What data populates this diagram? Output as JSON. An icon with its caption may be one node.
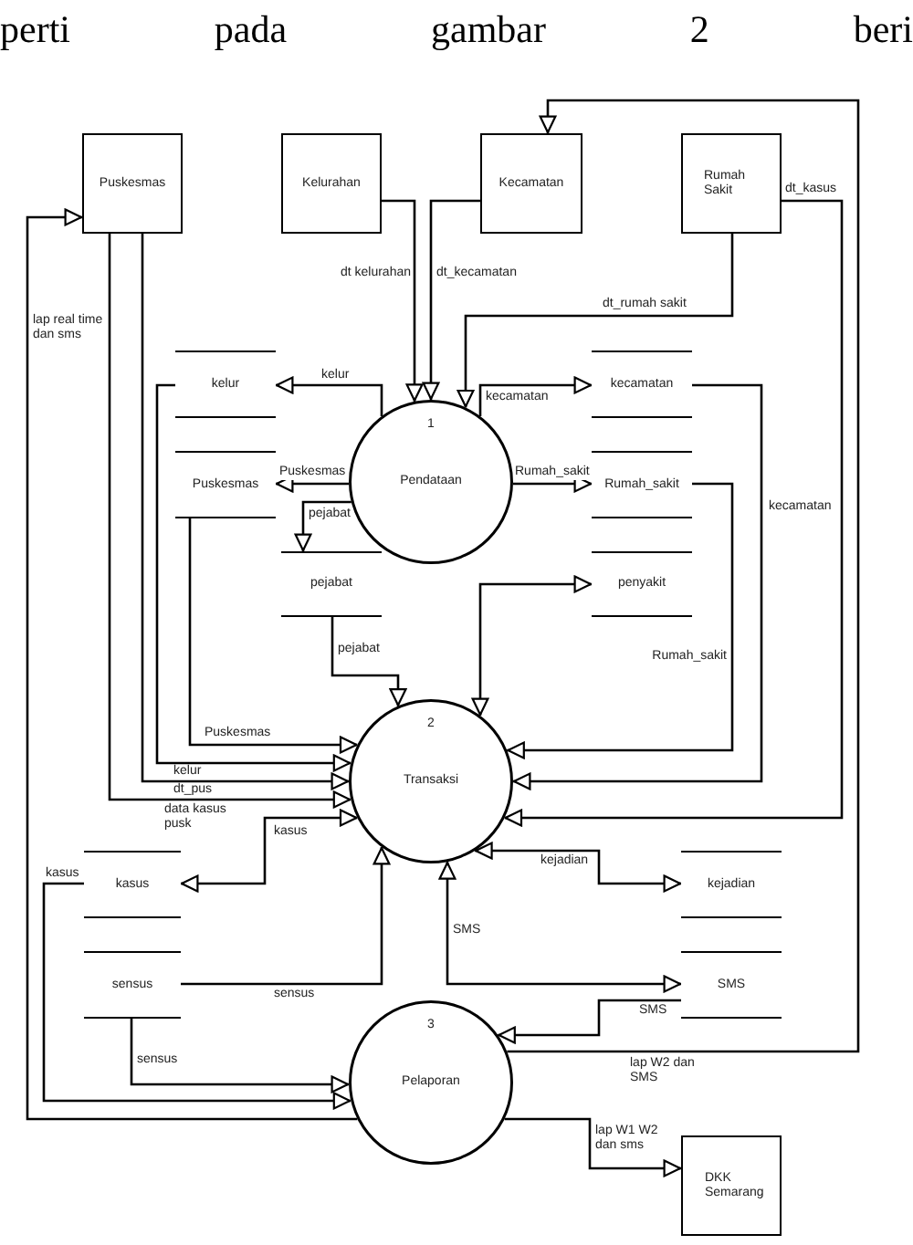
{
  "diagram": {
    "nodes": [
      {
        "text": [
          "Puskesmas"
        ]
      },
      {
        "text": [
          "Kelurahan"
        ]
      },
      {
        "text": [
          "Kecamatan"
        ]
      },
      {
        "text": [
          "Rumah Sakit"
        ]
      },
      {
        "text": [
          "kelur"
        ]
      },
      {
        "text": [
          "kecamatan"
        ]
      },
      {
        "text": [
          "1",
          "Pendataan"
        ]
      },
      {
        "text": [
          "Puskesmas"
        ]
      },
      {
        "text": [
          "Rumah_sakit"
        ]
      },
      {
        "text": [
          "pejabat"
        ]
      },
      {
        "text": [
          "penyakit"
        ]
      },
      {
        "text": [
          "2",
          "Transaksi"
        ]
      },
      {
        "text": [
          "kasus"
        ]
      },
      {
        "text": [
          "kejadian"
        ]
      },
      {
        "text": [
          "sensus"
        ]
      },
      {
        "text": [
          "SMS"
        ]
      },
      {
        "text": [
          "3",
          "Pelaporan"
        ]
      },
      {
        "text": [
          "DKK Semarang"
        ]
      }
    ],
    "edges": [
      {
        "from": 1,
        "to": 6,
        "arrow": "to",
        "label": "dt kelurahan"
      },
      {
        "from": 2,
        "to": 6,
        "arrow": "to",
        "label": "dt_kecamatan"
      },
      {
        "from": 3,
        "to": 6,
        "arrow": "to",
        "label": "dt_rumah sakit"
      },
      {
        "from": 6,
        "to": 4,
        "arrow": "to",
        "label": "kelur"
      },
      {
        "from": 6,
        "to": 5,
        "arrow": "to",
        "label": "kecamatan"
      },
      {
        "from": 6,
        "to": 7,
        "arrow": "to",
        "label": "Puskesmas"
      },
      {
        "from": 6,
        "to": 9,
        "arrow": "to",
        "label": "pejabat"
      },
      {
        "from": 6,
        "to": 8,
        "arrow": "to",
        "label": "Rumah_sakit"
      },
      {
        "from": 3,
        "to": 11,
        "arrow": "to",
        "label": "dt_kasus"
      },
      {
        "from": 16,
        "to": 2,
        "arrow": "to",
        "label": "lap W2 dan SMS"
      },
      {
        "from": 5,
        "to": 11,
        "arrow": "to",
        "label": "kecamatan"
      },
      {
        "from": 8,
        "to": 11,
        "arrow": "to",
        "label": "Rumah_sakit"
      },
      {
        "from": 9,
        "to": 11,
        "arrow": "to",
        "label": "pejabat"
      },
      {
        "from": 11,
        "to": 10,
        "arrow": "both"
      },
      {
        "from": 7,
        "to": 11,
        "arrow": "to",
        "label": "Puskesmas"
      },
      {
        "from": 4,
        "to": 11,
        "arrow": "to",
        "label": "kelur"
      },
      {
        "from": 0,
        "to": 11,
        "arrow": "to",
        "label": "dt_pus"
      },
      {
        "from": 0,
        "to": 11,
        "arrow": "to",
        "label": "data kasus pusk"
      },
      {
        "from": 11,
        "to": 12,
        "arrow": "both",
        "label": "kasus"
      },
      {
        "from": 11,
        "to": 13,
        "arrow": "both",
        "label": "kejadian"
      },
      {
        "from": 14,
        "to": 11,
        "arrow": "to",
        "label": "sensus"
      },
      {
        "from": 11,
        "to": 15,
        "arrow": "both",
        "label": "SMS"
      },
      {
        "from": 16,
        "to": 0,
        "arrow": "to",
        "label": "lap real time dan sms"
      },
      {
        "from": 12,
        "to": 16,
        "arrow": "to",
        "label": "kasus"
      },
      {
        "from": 14,
        "to": 16,
        "arrow": "to",
        "label": "sensus"
      },
      {
        "from": 15,
        "to": 16,
        "arrow": "to",
        "label": "SMS"
      },
      {
        "from": 16,
        "to": 17,
        "arrow": "to",
        "label": "lap W1 W2 dan sms"
      }
    ],
    "labels": [
      "perti pada gambar 2 beri"
    ]
  }
}
